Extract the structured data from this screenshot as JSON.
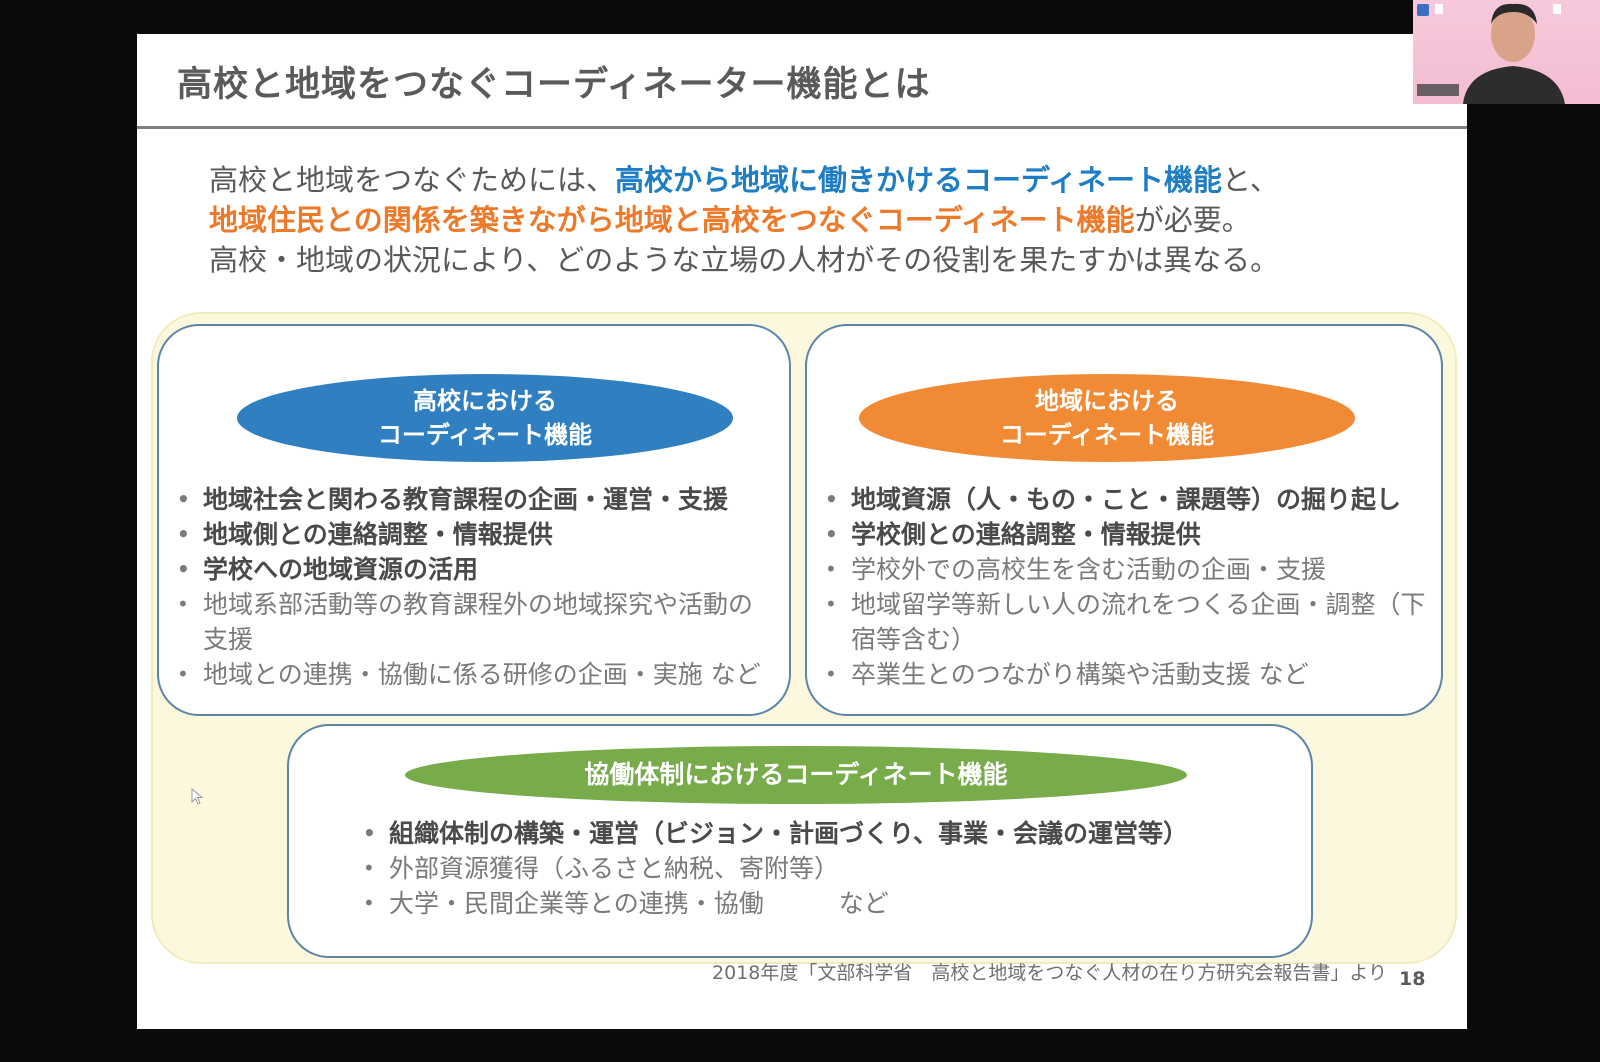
{
  "slide": {
    "title": "高校と地域をつなぐコーディネーター機能とは",
    "intro": {
      "line1_prefix": "高校と地域をつなぐためには、",
      "line1_highlight": "高校から地域に働きかけるコーディネート機能",
      "line1_suffix": "と、",
      "line2_highlight": "地域住民との関係を築きながら地域と高校をつなぐコーディネート機能",
      "line2_suffix": "が必要。",
      "line3": "高校・地域の状況により、どのような立場の人材がその役割を果たすかは異なる。"
    },
    "school": {
      "pill_line1": "高校における",
      "pill_line2": "コーディネート機能",
      "items": [
        "地域社会と関わる教育課程の企画・運営・支援",
        "地域側との連絡調整・情報提供",
        "学校への地域資源の活用",
        "地域系部活動等の教育課程外の地域探究や活動の支援",
        "地域との連携・協働に係る研修の企画・実施 など"
      ]
    },
    "community": {
      "pill_line1": "地域における",
      "pill_line2": "コーディネート機能",
      "items": [
        "地域資源（人・もの・こと・課題等）の掘り起し",
        "学校側との連絡調整・情報提供",
        "学校外での高校生を含む活動の企画・支援",
        "地域留学等新しい人の流れをつくる企画・調整（下宿等含む）",
        "卒業生とのつながり構築や活動支援 など"
      ]
    },
    "collaboration": {
      "pill": "協働体制におけるコーディネート機能",
      "items": [
        "組織体制の構築・運営（ビジョン・計画づくり、事業・会議の運営等）",
        "外部資源獲得（ふるさと納税、寄附等）",
        "大学・民間企業等との連携・協働　　　など"
      ]
    },
    "source": "2018年度「文部科学省　高校と地域をつなぐ人材の在り方研究会報告書」より",
    "page_number": "18"
  },
  "colors": {
    "blue": "#2f7fc1",
    "orange": "#f08a35",
    "green": "#78ab4a",
    "panel": "#fcf8dd"
  },
  "icons": {
    "cursor": "mouse-pointer-icon"
  }
}
